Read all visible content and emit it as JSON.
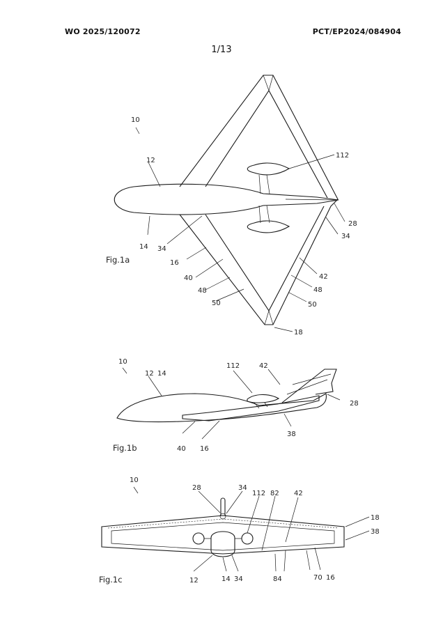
{
  "header": {
    "pub_number": "WO 2025/120072",
    "app_number": "PCT/EP2024/084904",
    "sheet": "1/13"
  },
  "figures": [
    {
      "caption": "Fig.1a",
      "labels": [
        "10",
        "12",
        "112",
        "14",
        "34",
        "16",
        "40",
        "48",
        "50",
        "28",
        "34",
        "42",
        "48",
        "50",
        "18"
      ]
    },
    {
      "caption": "Fig.1b",
      "labels": [
        "10",
        "12",
        "14",
        "112",
        "42",
        "28",
        "38",
        "40",
        "16"
      ]
    },
    {
      "caption": "Fig.1c",
      "labels": [
        "10",
        "28",
        "34",
        "112",
        "82",
        "42",
        "18",
        "38",
        "12",
        "14",
        "34",
        "84",
        "70",
        "16"
      ]
    }
  ]
}
